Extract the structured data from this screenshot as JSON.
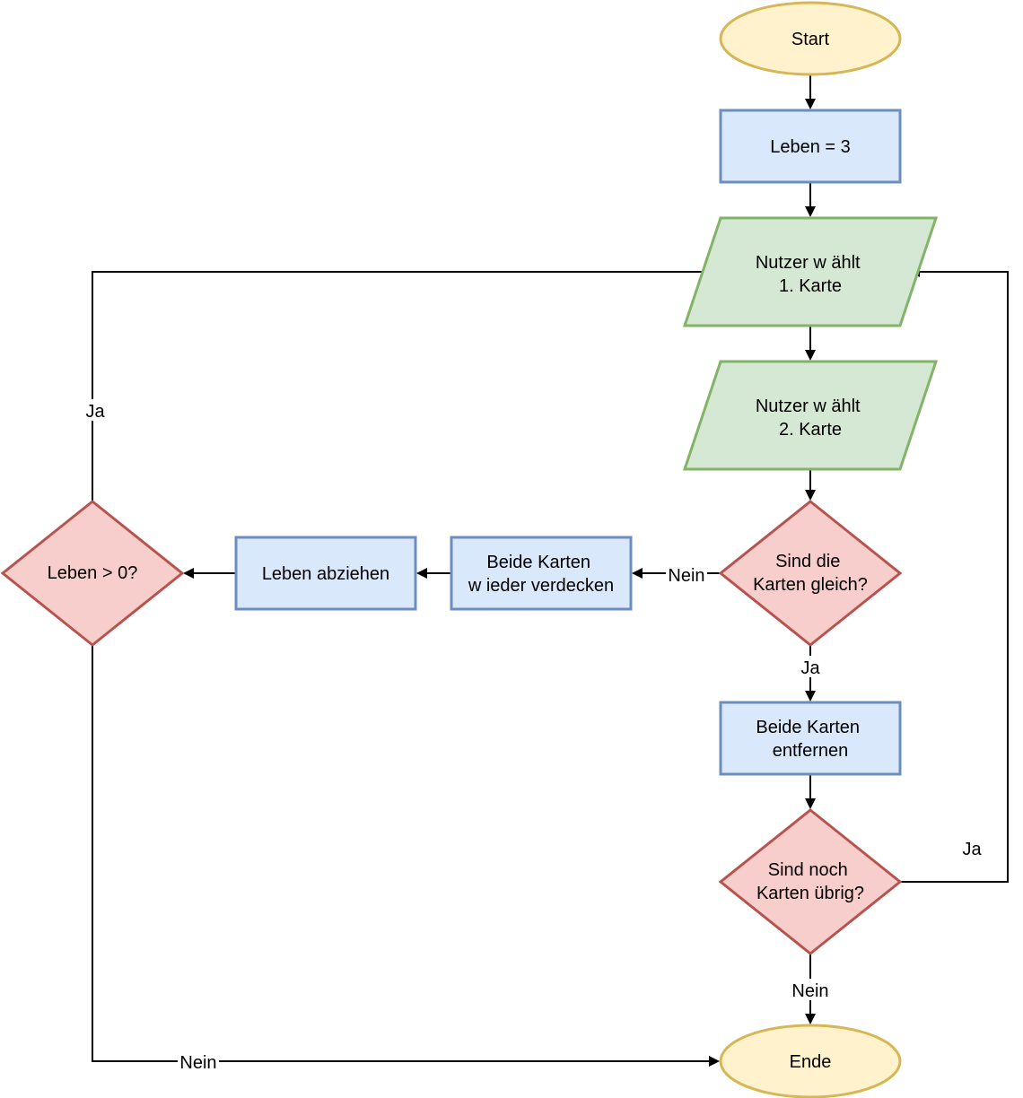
{
  "colors": {
    "terminal_fill": "#fff2cc",
    "terminal_stroke": "#d6b656",
    "process_fill": "#dae8fc",
    "process_stroke": "#6c8ebf",
    "io_fill": "#d5e8d4",
    "io_stroke": "#82b366",
    "decision_fill": "#f8cecc",
    "decision_stroke": "#b85450",
    "edge": "#000000"
  },
  "nodes": {
    "start": {
      "label": "Start"
    },
    "leben_init": {
      "label": "Leben = 3"
    },
    "karte1": {
      "label_lines": [
        "Nutzer w ählt",
        "1. Karte"
      ]
    },
    "karte2": {
      "label_lines": [
        "Nutzer w ählt",
        "2. Karte"
      ]
    },
    "gleich": {
      "label_lines": [
        "Sind die",
        "Karten gleich?"
      ]
    },
    "entfernen": {
      "label_lines": [
        "Beide Karten",
        "entfernen"
      ]
    },
    "uebrig": {
      "label_lines": [
        "Sind noch",
        "Karten übrig?"
      ]
    },
    "ende": {
      "label": "Ende"
    },
    "verdecken": {
      "label_lines": [
        "Beide Karten",
        "w ieder verdecken"
      ]
    },
    "abziehen": {
      "label": "Leben abziehen"
    },
    "leben_check": {
      "label": "Leben > 0?"
    }
  },
  "edge_labels": {
    "gleich_nein": "Nein",
    "gleich_ja": "Ja",
    "uebrig_ja": "Ja",
    "uebrig_nein": "Nein",
    "leben_ja": "Ja",
    "leben_nein": "Nein"
  }
}
